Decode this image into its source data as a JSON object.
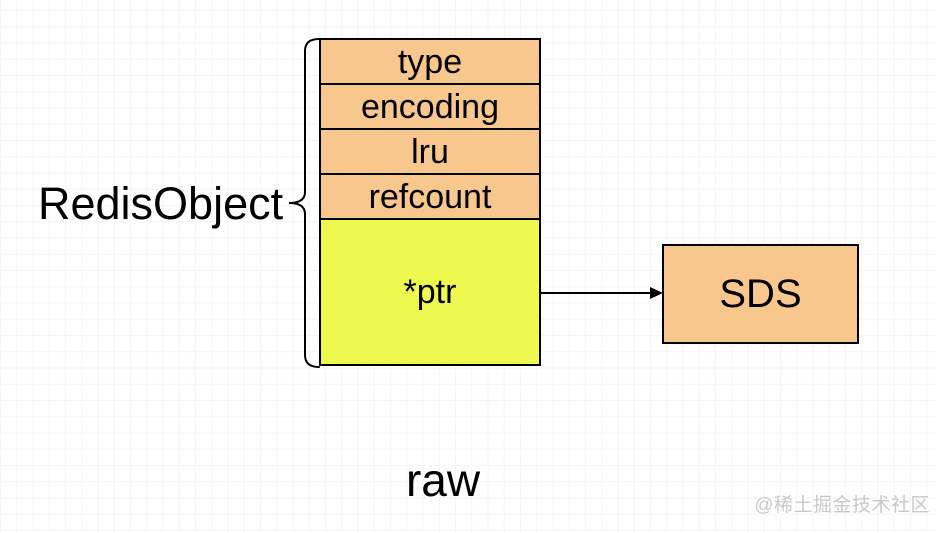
{
  "colors": {
    "field_fill": "#f8c78e",
    "pointer_fill": "#eef94f",
    "stroke": "#000000",
    "grid_major": "#e4e4e4",
    "grid_minor": "#f6f6f6",
    "watermark": "#c9c9c9"
  },
  "diagram": {
    "struct_label": "RedisObject",
    "fields": [
      "type",
      "encoding",
      "lru",
      "refcount"
    ],
    "pointer_field": "*ptr",
    "target_box": "SDS",
    "caption": "raw"
  },
  "watermark": "@稀土掘金技术社区"
}
